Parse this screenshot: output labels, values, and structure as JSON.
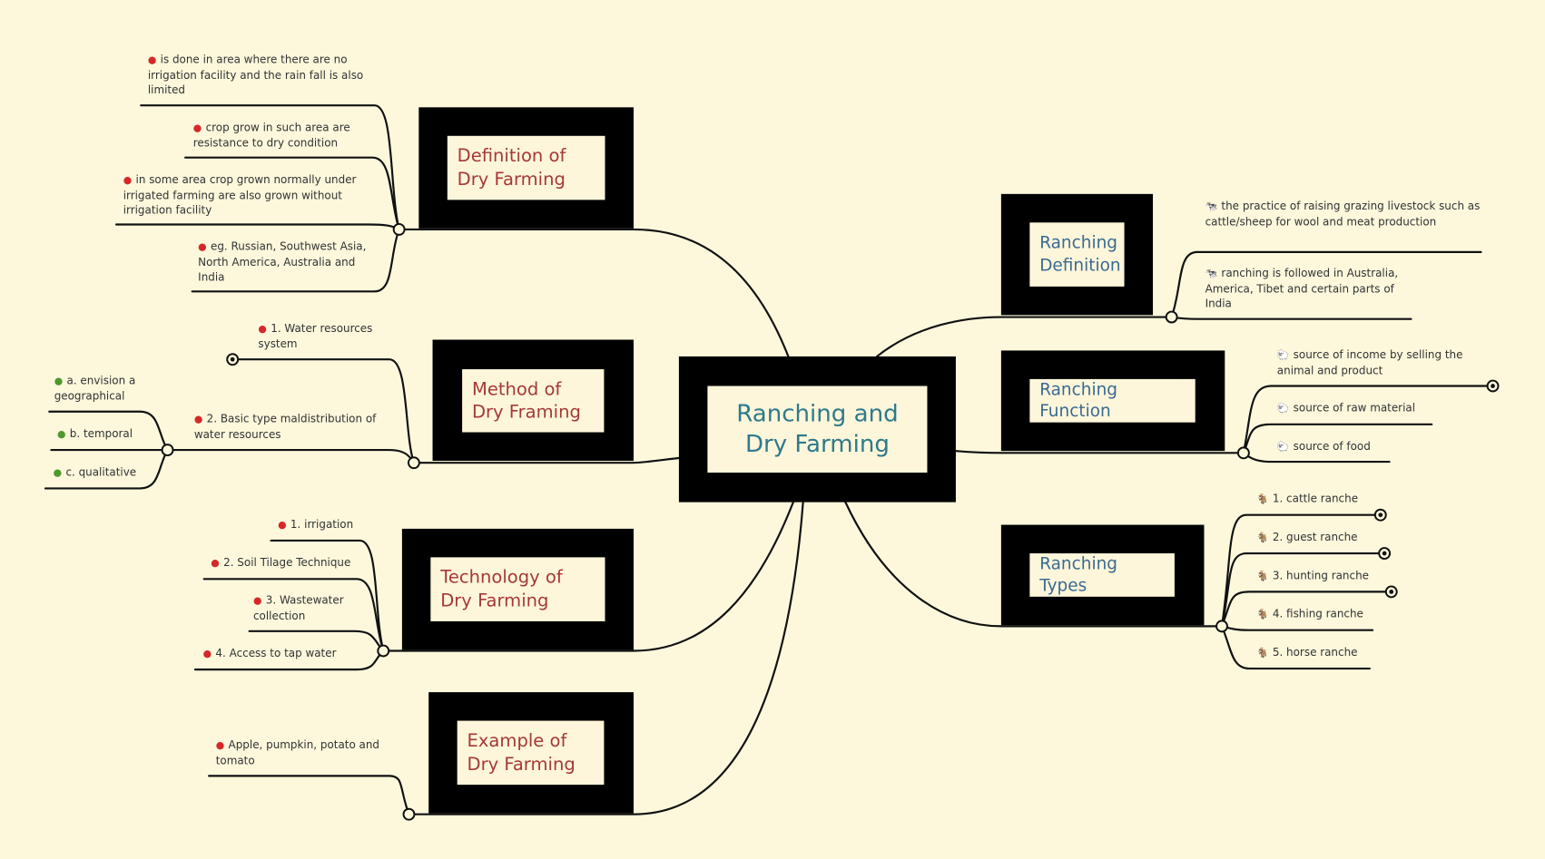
{
  "central": {
    "title": "Ranching and Dry Farming"
  },
  "topics": {
    "definition": {
      "title": "Definition of Dry Farming"
    },
    "method": {
      "title": "Method of Dry Framing"
    },
    "technology": {
      "title": "Technology of Dry Farming"
    },
    "example": {
      "title": "Example of Dry Farming"
    },
    "ranching_definition": {
      "title": "Ranching Definition"
    },
    "ranching_function": {
      "title": "Ranching Function"
    },
    "ranching_types": {
      "title": "Ranching Types"
    }
  },
  "notes": {
    "def_1": "is done in area where there are no irrigation facility and the rain fall is also limited",
    "def_2": "crop grow in such area are resistance to dry condition",
    "def_3": "in some area crop grown normally under irrigated farming are also grown without irrigation facility",
    "def_4": "eg. Russian, Southwest Asia, North America, Australia and India",
    "method_1": "1. Water resources system",
    "method_2": "2. Basic type maldistribution of water resources",
    "method_2a": "a. envision a geographical",
    "method_2b": "b. temporal",
    "method_2c": "c. qualitative",
    "tech_1": "1. irrigation",
    "tech_2": "2. Soil Tilage Technique",
    "tech_3": "3. Wastewater collection",
    "tech_4": "4. Access to tap water",
    "example_1": "Apple, pumpkin, potato and tomato",
    "rdef_1": "the practice of raising grazing livestock such as cattle/sheep for wool and meat production",
    "rdef_2": "ranching is followed in Australia, America, Tibet and certain parts of India",
    "rfun_1": "source of income by selling the animal and product",
    "rfun_2": "source of raw material",
    "rfun_3": "source of food",
    "rtype_1": "1. cattle ranche",
    "rtype_2": "2. guest ranche",
    "rtype_3": "3. hunting ranche",
    "rtype_4": "4. fishing ranche",
    "rtype_5": "5. horse ranche"
  },
  "icons": {
    "apple": "red-apple-icon",
    "green_apple": "green-apple-icon",
    "cow": "cow-icon",
    "sheep": "sheep-icon",
    "goat": "goat-icon"
  },
  "colors": {
    "background": "#fdf8dc",
    "box_border": "#000000",
    "box_fill": "#fdf6da",
    "left_topic_text": "#a73838",
    "right_topic_text": "#3b6a92",
    "central_text": "#2e7a8c",
    "line": "#111111"
  }
}
